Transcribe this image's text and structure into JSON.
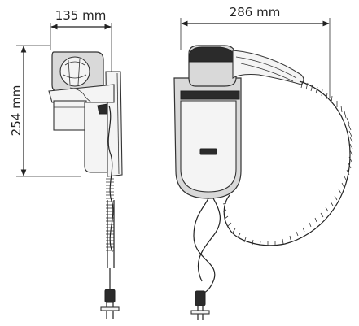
{
  "dimensions": {
    "side_width": "135 mm",
    "front_width": "286 mm",
    "height": "254 mm"
  },
  "colors": {
    "line": "#222222",
    "body": "#d9d9d9",
    "dark": "#2b2b2b"
  }
}
